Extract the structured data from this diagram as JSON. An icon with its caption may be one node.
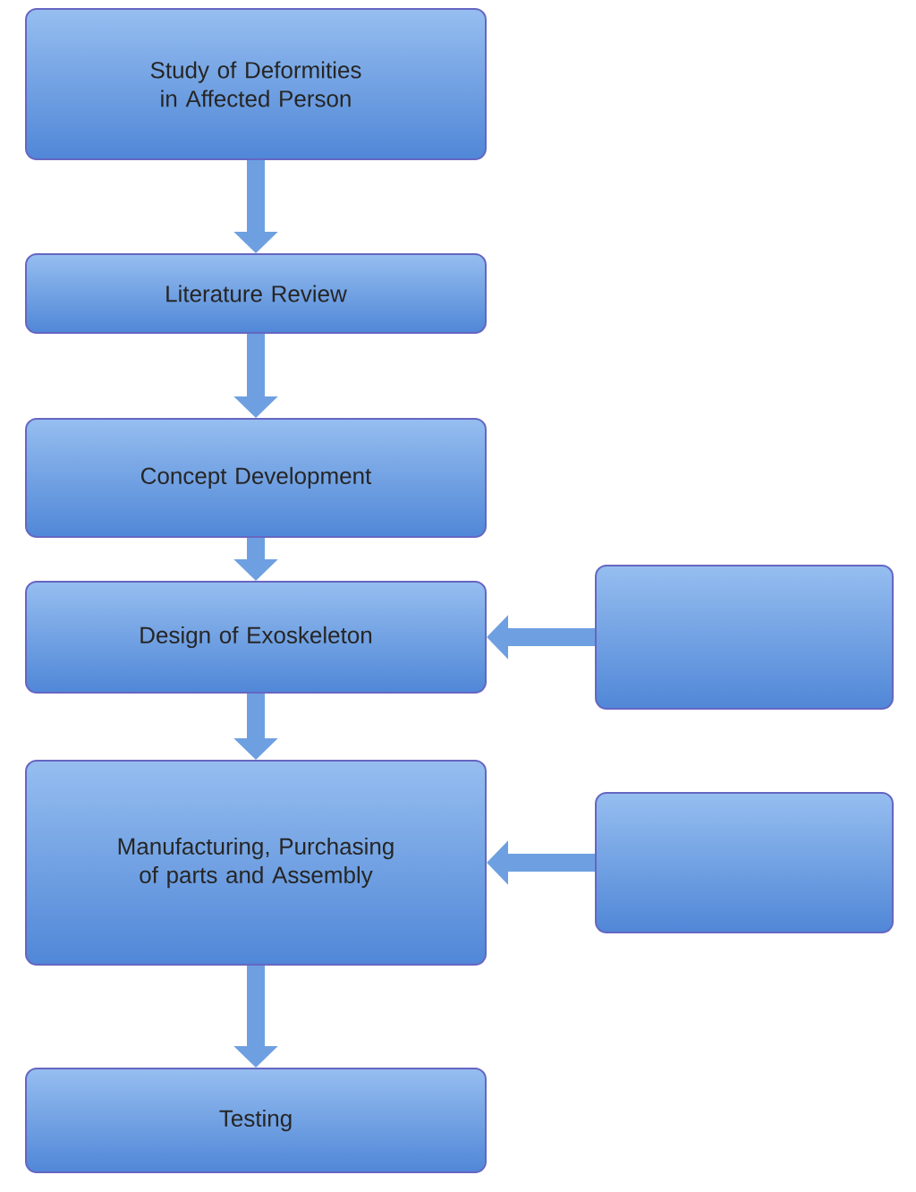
{
  "diagram": {
    "nodes": [
      {
        "text": [
          "Study of Deformities in Affected Person"
        ]
      },
      {
        "text": [
          "Literature Review"
        ]
      },
      {
        "text": [
          "Concept Development"
        ]
      },
      {
        "text": [
          "Design of Exoskeleton"
        ]
      },
      {
        "text": [],
        "shape": "box"
      },
      {
        "text": [
          "Manufacturing, Purchasing of parts and Assembly"
        ]
      },
      {
        "text": [],
        "shape": "box"
      },
      {
        "text": [
          "Testing"
        ]
      }
    ],
    "edges": [
      {
        "from": 0,
        "to": 1,
        "arrow": "to"
      },
      {
        "from": 1,
        "to": 2,
        "arrow": "to"
      },
      {
        "from": 2,
        "to": 3,
        "arrow": "to"
      },
      {
        "from": 4,
        "to": 3,
        "arrow": "to"
      },
      {
        "from": 3,
        "to": 5,
        "arrow": "to"
      },
      {
        "from": 6,
        "to": 5,
        "arrow": "to"
      },
      {
        "from": 5,
        "to": 7,
        "arrow": "to"
      }
    ]
  }
}
